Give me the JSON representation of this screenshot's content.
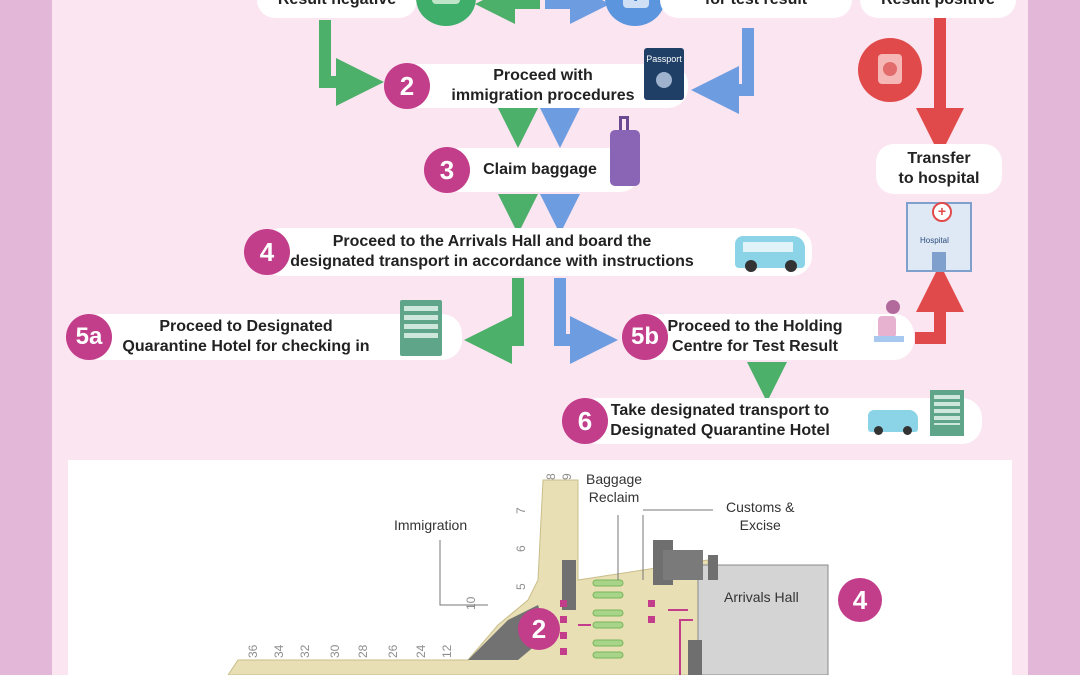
{
  "flow": {
    "top_left_label": "Result negative",
    "top_mid_label": "for test result",
    "top_right_label": "Result positive",
    "step2": {
      "number": "2",
      "text": "Proceed with\nimmigration procedures"
    },
    "step3": {
      "number": "3",
      "text": "Claim baggage"
    },
    "step4": {
      "number": "4",
      "text": "Proceed to the Arrivals Hall and board the\ndesignated transport in accordance with instructions"
    },
    "step5a": {
      "number": "5a",
      "text": "Proceed to Designated\nQuarantine Hotel for checking in"
    },
    "step5b": {
      "number": "5b",
      "text": "Proceed to the Holding\nCentre for Test Result"
    },
    "step6": {
      "number": "6",
      "text": "Take designated transport to\nDesignated Quarantine Hotel"
    },
    "transfer": "Transfer\nto hospital",
    "passport_text": "Passport",
    "hospital_text": "Hospital"
  },
  "map": {
    "immigration": "Immigration",
    "baggage": "Baggage\nReclaim",
    "customs": "Customs &\nExcise",
    "arrivals": "Arrivals Hall",
    "badge2": "2",
    "badge4": "4",
    "gates_bottom": [
      "36",
      "34",
      "32",
      "30",
      "28",
      "26",
      "24",
      "12"
    ],
    "gates_vertical": [
      "10",
      "5",
      "6",
      "7",
      "8",
      "9"
    ]
  },
  "colors": {
    "panel": "#fbe5f1",
    "frame": "#e3b7d7",
    "badge": "#c23d8a",
    "green": "#4caf6a",
    "blue": "#6d9de0",
    "red": "#e14a4a"
  }
}
